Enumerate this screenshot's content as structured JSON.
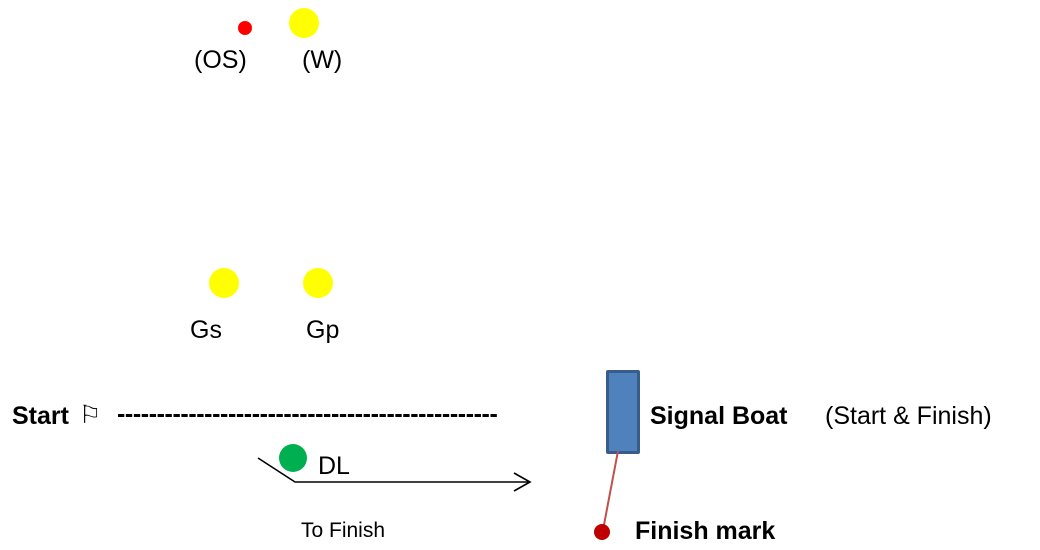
{
  "labels": {
    "os": "(OS)",
    "w": "(W)",
    "gs": "Gs",
    "gp": "Gp",
    "start": "Start",
    "start_flag_glyph": "⚐",
    "start_line": "------------------------------------------------",
    "signal_boat": "Signal Boat",
    "signal_boat_note": "(Start  &  Finish)",
    "dl": "DL",
    "to_finish": "To Finish",
    "finish_mark": "Finish mark"
  },
  "colors": {
    "yellow_mark": "#ffff00",
    "red_mark": "#ff0000",
    "dark_red_mark": "#c00000",
    "green_mark": "#00b050",
    "boat_fill": "#4f81bd",
    "boat_border": "#385d8a",
    "line": "#000000"
  }
}
